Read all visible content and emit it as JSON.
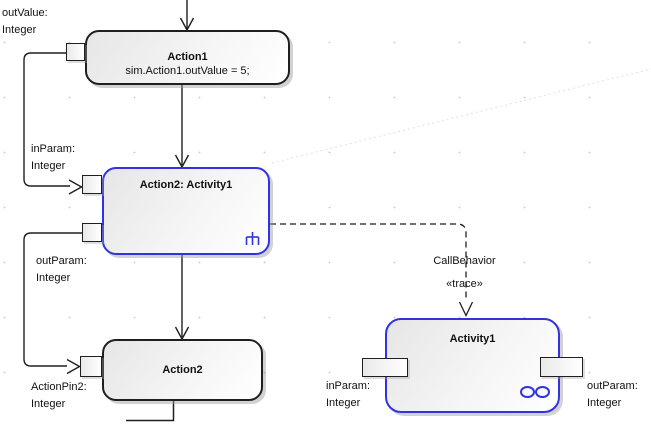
{
  "diagram": {
    "type": "uml-activity-diagram",
    "colors": {
      "accent_blue": "#3232e0",
      "node_border": "#1f1f1f",
      "node_fill_gradient": [
        "#e6e6e6",
        "#ffffff"
      ],
      "shadow": "#9b9b9b",
      "grid_dot": "#cfcfcf",
      "faint_guide_line": "#e0e0e0"
    },
    "nodes": {
      "action1": {
        "title": "Action1",
        "effect": "sim.Action1.outValue = 5;"
      },
      "call_action": {
        "title": "Action2: Activity1"
      },
      "action2": {
        "title": "Action2"
      },
      "activity1": {
        "title": "Activity1"
      }
    },
    "pin_labels": {
      "out_value": "outValue:\nInteger",
      "in_param": "inParam:\nInteger",
      "out_param": "outParam:\nInteger",
      "action_pin2": "ActionPin2:\nInteger",
      "activity_in_param": "inParam:\nInteger",
      "activity_out_param": "outParam:\nInteger"
    },
    "connector_labels": {
      "call_behavior": "CallBehavior",
      "stereotype": "«trace»"
    },
    "icons": {
      "rake_icon": "call-behavior-rake",
      "linked_circles_icon": "composite-structure-circles"
    }
  }
}
